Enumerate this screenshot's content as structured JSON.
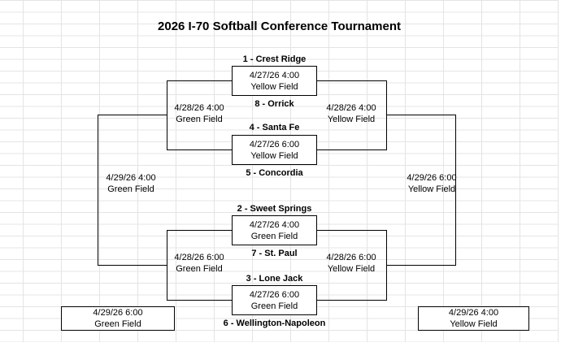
{
  "title": "2026 I-70 Softball Conference Tournament",
  "colors": {
    "bracket_line": "#000000",
    "gridline": "#e4e4e4",
    "text": "#000000",
    "background": "#ffffff"
  },
  "round1": [
    {
      "top_team": "1 - Crest Ridge",
      "bottom_team": "8 - Orrick",
      "datetime": "4/27/26 4:00",
      "field": "Yellow Field"
    },
    {
      "top_team": "4 - Santa Fe",
      "bottom_team": "5 - Concordia",
      "datetime": "4/27/26 6:00",
      "field": "Yellow Field"
    },
    {
      "top_team": "2 - Sweet Springs",
      "bottom_team": "7 - St. Paul",
      "datetime": "4/27/26 4:00",
      "field": "Green Field"
    },
    {
      "top_team": "3 - Lone Jack",
      "bottom_team": "6 - Wellington-Napoleon",
      "datetime": "4/27/26 6:00",
      "field": "Green Field"
    }
  ],
  "left_semis": [
    {
      "datetime": "4/28/26 4:00",
      "field": "Green Field"
    },
    {
      "datetime": "4/28/26 6:00",
      "field": "Green Field"
    }
  ],
  "right_semis": [
    {
      "datetime": "4/28/26 4:00",
      "field": "Yellow Field"
    },
    {
      "datetime": "4/28/26 6:00",
      "field": "Yellow Field"
    }
  ],
  "left_final": {
    "datetime": "4/29/26 4:00",
    "field": "Green Field"
  },
  "right_final": {
    "datetime": "4/29/26 6:00",
    "field": "Yellow Field"
  },
  "bottom_left_game": {
    "datetime": "4/29/26 6:00",
    "field": "Green Field"
  },
  "bottom_right_game": {
    "datetime": "4/29/26 4:00",
    "field": "Yellow Field"
  }
}
